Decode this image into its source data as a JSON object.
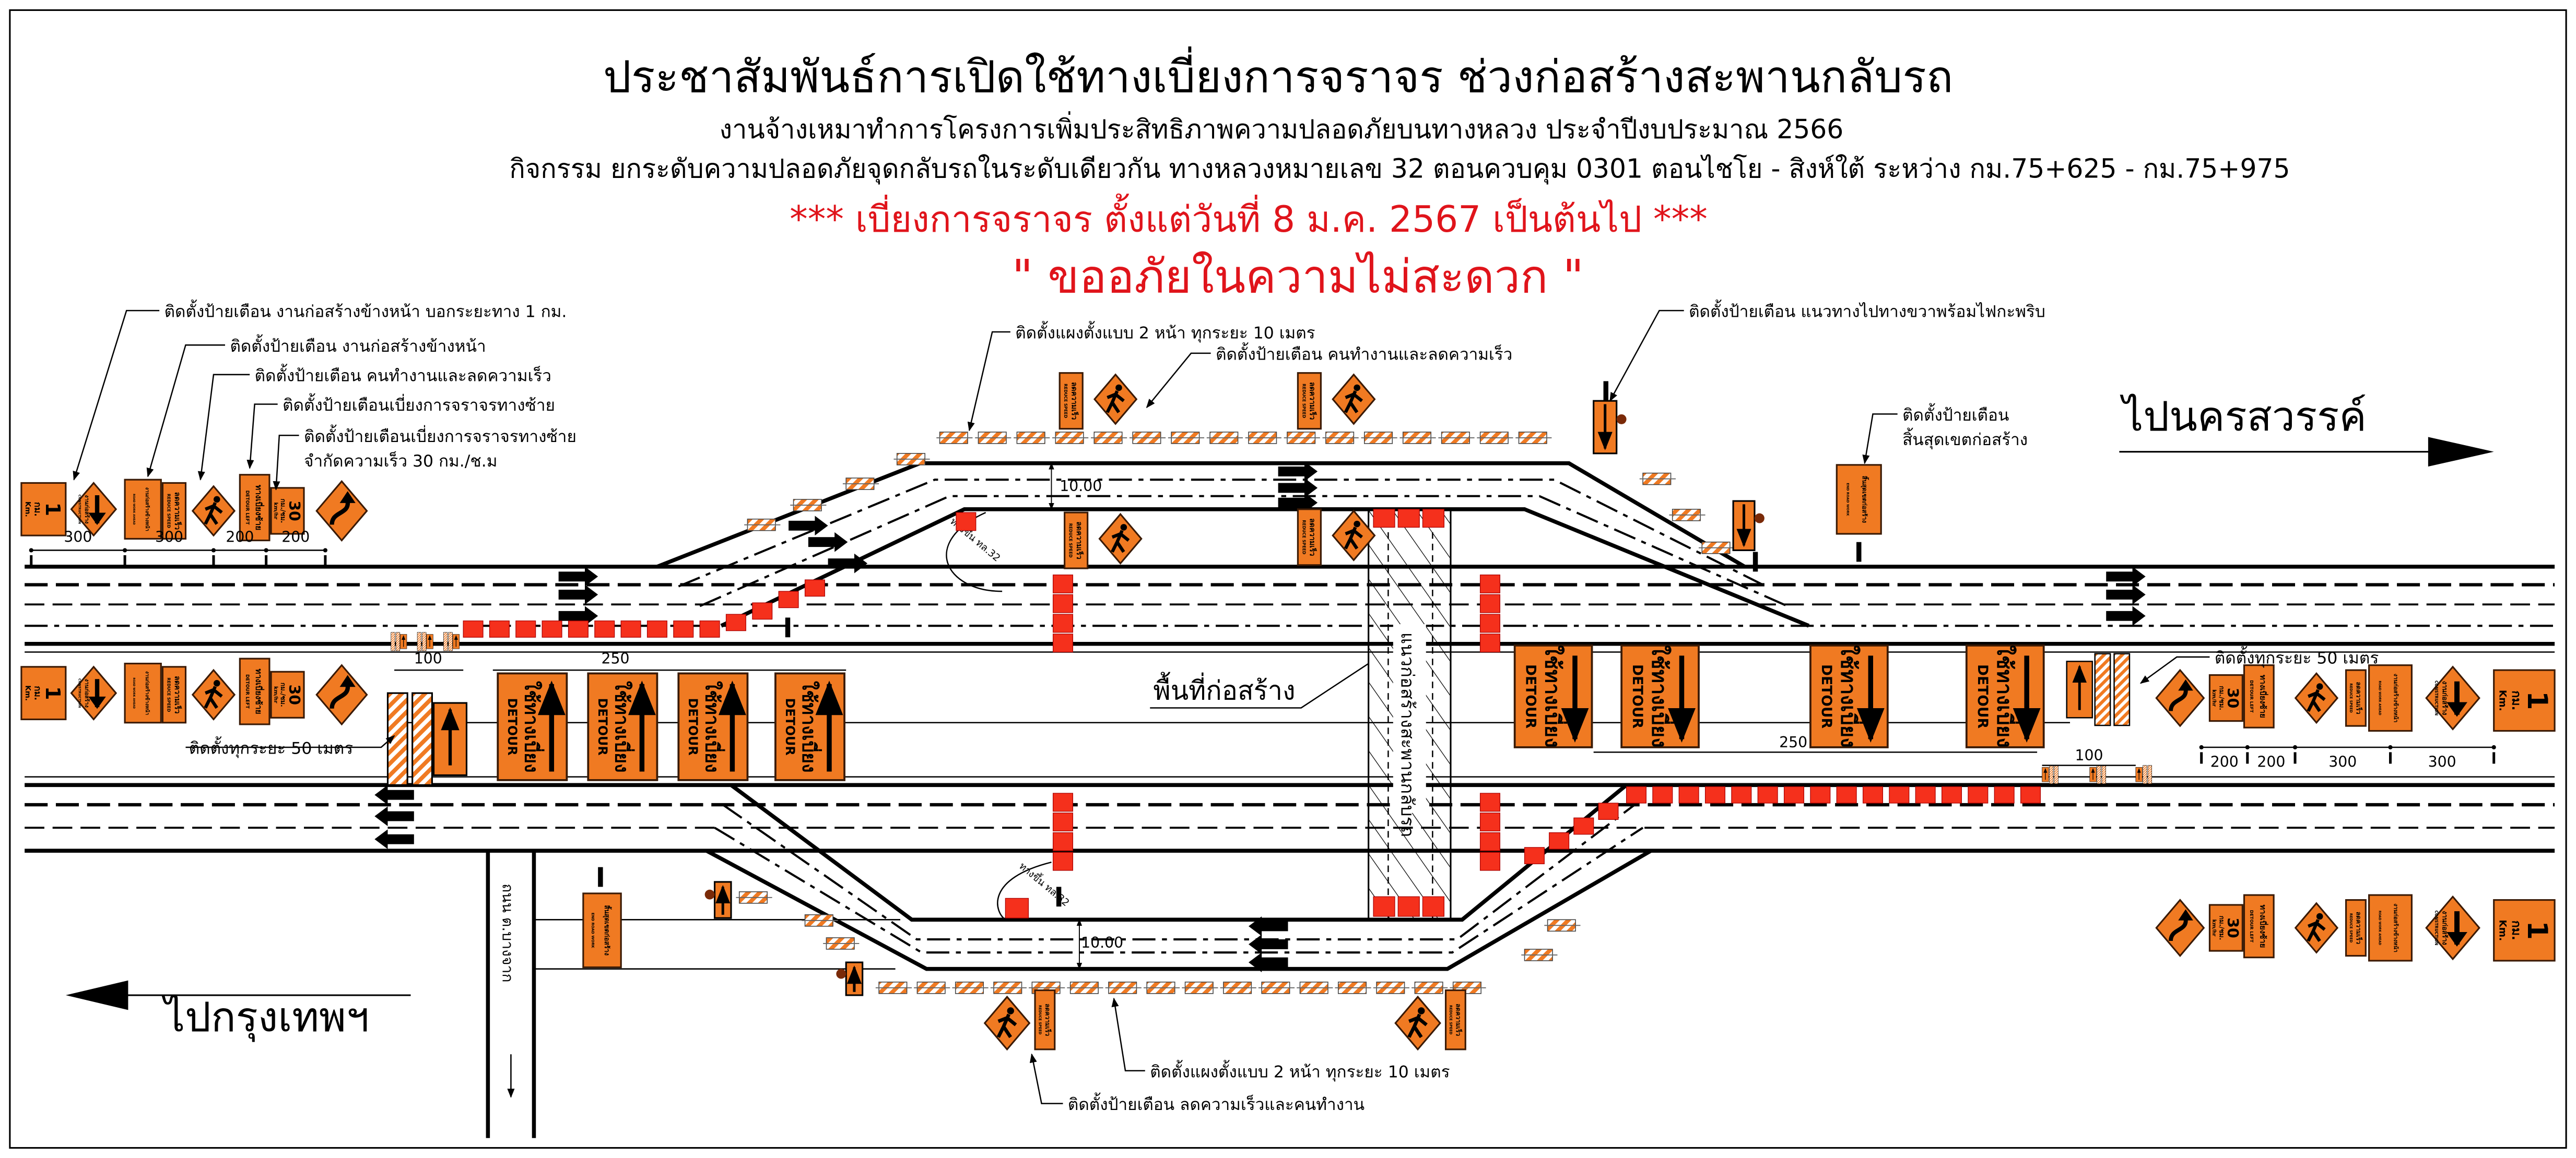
{
  "title": "ประชาสัมพันธ์การเปิดใช้ทางเบี่ยงการจราจร ช่วงก่อสร้างสะพานกลับรถ",
  "subtitle_1": "งานจ้างเหมาทำการโครงการเพิ่มประสิทธิภาพความปลอดภัยบนทางหลวง ประจำปีงบประมาณ 2566",
  "subtitle_2": "กิจกรรม ยกระดับความปลอดภัยจุดกลับรถในระดับเดียวกัน ทางหลวงหมายเลข 32 ตอนควบคุม 0301 ตอนไชโย - สิงห์ใต้  ระหว่าง กม.75+625 - กม.75+975",
  "notice_date": "*** เบี่ยงการจราจร ตั้งแต่วันที่ 8 ม.ค. 2567 เป็นต้นไป ***",
  "apology": "\" ขออภัยในความไม่สะดวก \"",
  "directions": {
    "east": "ไปนครสวรรค์",
    "west": "ไปกรุงเทพฯ"
  },
  "labels": {
    "construction_area": "พื้นที่ก่อสร้าง",
    "bridge_zone": "แนวก่อสร้างสะพานกลับรถ",
    "side_road": "ถนน ต.บางจาก",
    "ramp": "ทางขึ้น ทล.32",
    "lane_width": "10.00"
  },
  "annotations": {
    "km_sign": "ติดตั้งป้ายเตือน งานก่อสร้างข้างหน้า บอกระยะทาง 1 กม.",
    "road_work": "ติดตั้งป้ายเตือน งานก่อสร้างข้างหน้า",
    "worker_speed": "ติดตั้งป้ายเตือน คนทำงานและลดความเร็ว",
    "detour_left": "ติดตั้งป้ายเตือนเบี่ยงการจราจรทางซ้าย",
    "detour_left_2": "ติดตั้งป้ายเตือนเบี่ยงการจราจรทางซ้าย",
    "speed_limit": "จำกัดความเร็ว 30 กม./ช.ม",
    "barrier_top": "ติดตั้งแผงตั้งแบบ 2 หน้า ทุกระยะ 10 เมตร",
    "worker_speed_top": "ติดตั้งป้ายเตือน คนทำงานและลดความเร็ว",
    "right_arrow": "ติดตั้งป้ายเตือน แนวทางไปทางขวาพร้อมไฟกะพริบ",
    "end_work_1": "ติดตั้งป้ายเตือน",
    "end_work_2": "สิ้นสุดเขตก่อสร้าง",
    "every50_left": "ติดตั้งทุกระยะ 50 เมตร",
    "every50_right": "ติดตั้งทุกระยะ 50 เมตร",
    "barrier_bottom": "ติดตั้งแผงตั้งแบบ 2 หน้า ทุกระยะ 10 เมตร",
    "speed_worker_bottom": "ติดตั้งป้ายเตือน ลดความเร็วและคนทำงาน"
  },
  "dimensions": {
    "left": [
      "300",
      "300",
      "200",
      "200"
    ],
    "right": [
      "200",
      "200",
      "300",
      "300"
    ],
    "detour_spacing": "250",
    "barrier_spacing": "100"
  },
  "signs": {
    "km": {
      "main": "1",
      "th": "กม.",
      "en": "Km."
    },
    "construction": {
      "th": "งานก่อสร้าง",
      "en": "CONSTRUCTION"
    },
    "road_work": {
      "th": "งานก่อสร้างข้างหน้า",
      "en": "ROAD WORK AHEAD"
    },
    "reduce_speed": {
      "th": "ลดความเร็ว",
      "en": "REDUCE SPEED"
    },
    "detour_left": {
      "th": "ทางเบี่ยงซ้าย",
      "en": "DETOUR LEFT"
    },
    "speed": {
      "main": "30",
      "th": "กม./ชม.",
      "en": "km/hr"
    },
    "detour": {
      "th": "ใช้ทางเบี่ยง",
      "en": "DETOUR"
    },
    "end_work": {
      "th": "สิ้นสุดเขตก่อสร้าง",
      "en": "END ROAD WORK"
    }
  },
  "colors": {
    "sign_orange": "#f07a22",
    "sign_border": "#3a1a05",
    "water_barrier": "#f5301c",
    "notice_red": "#e0141b"
  }
}
